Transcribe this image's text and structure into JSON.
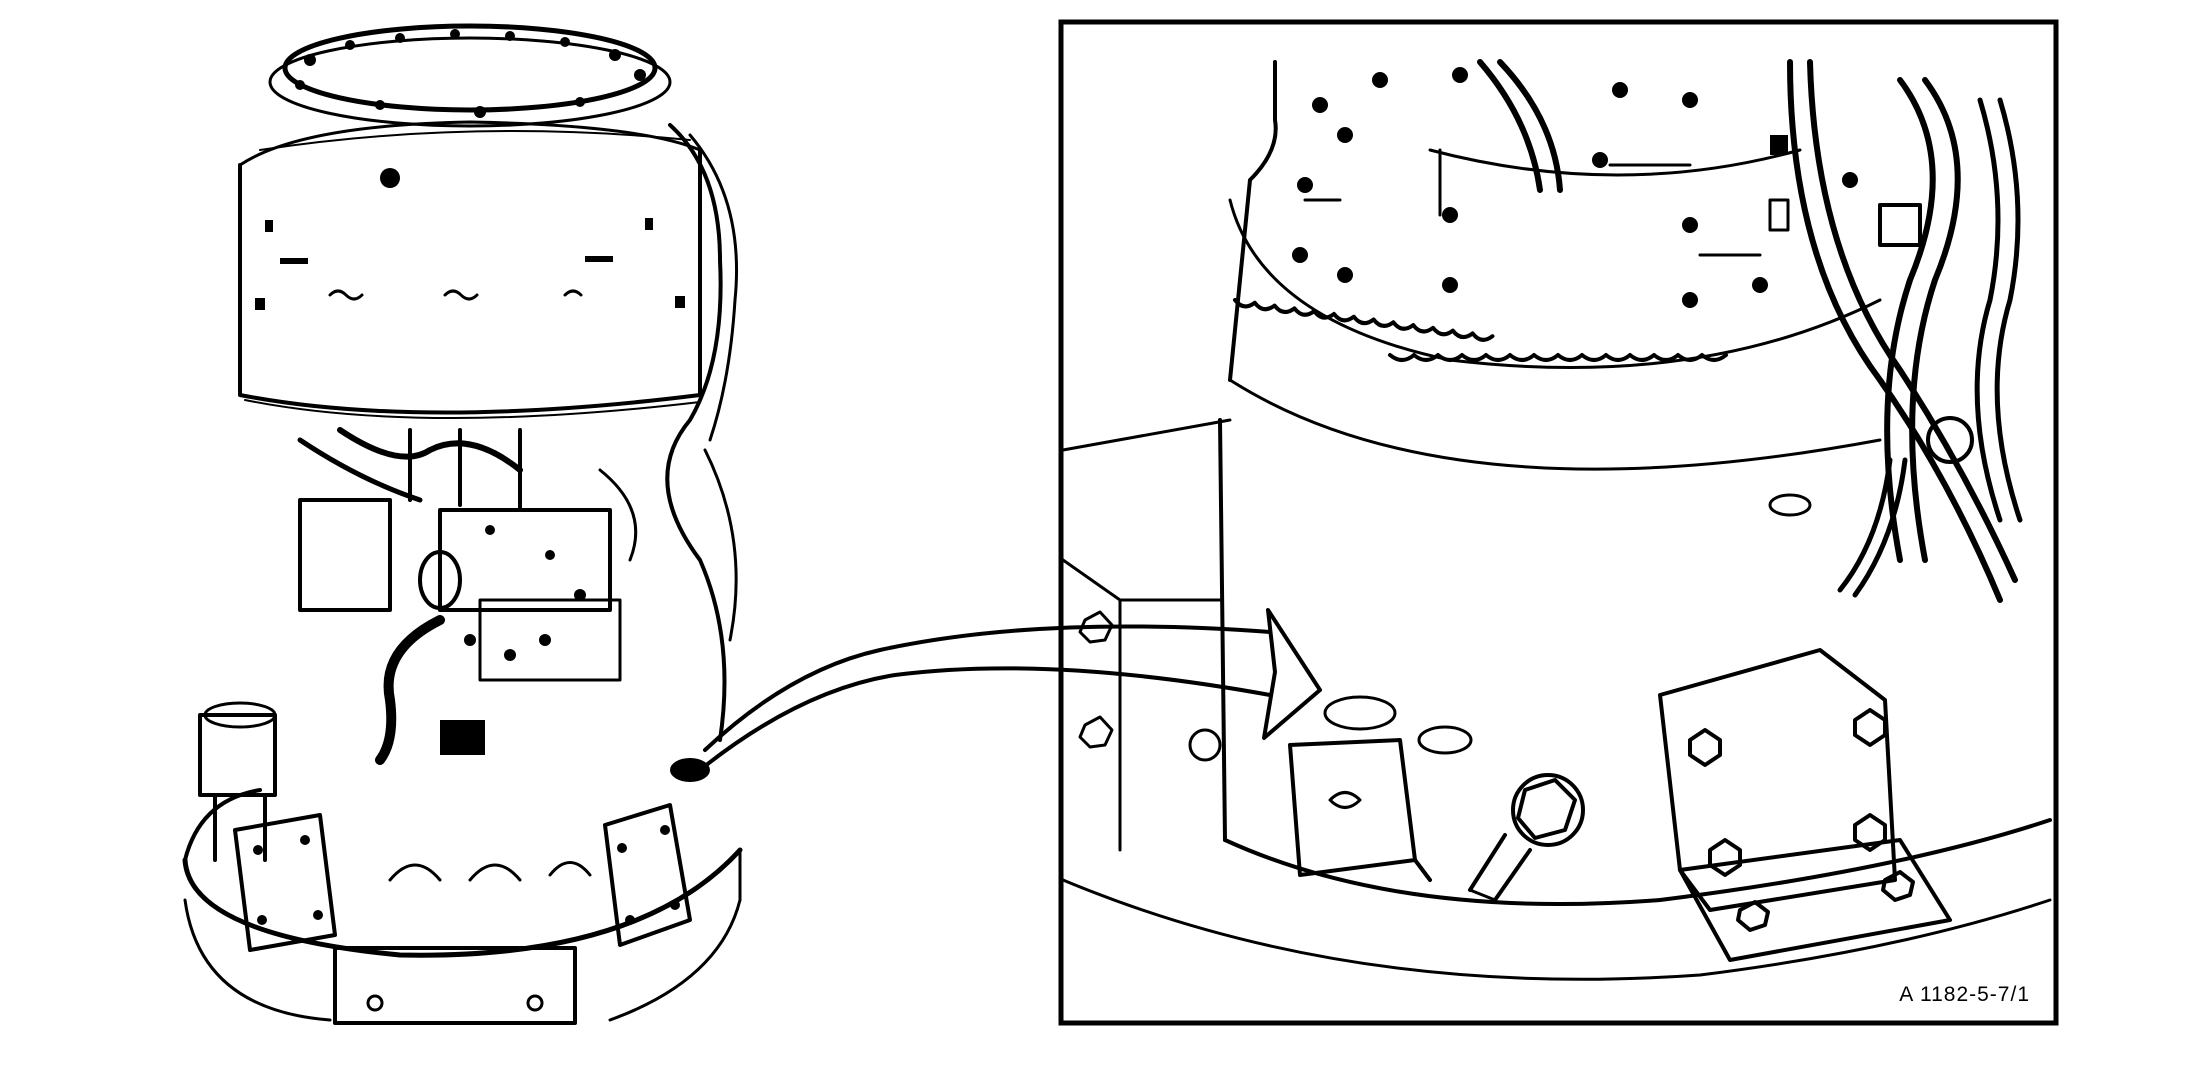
{
  "figure": {
    "reference_code": "A 1182-5-7/1",
    "parts": {
      "overview": "engine-assembly-overview",
      "detail": "detail-inset-view",
      "callout": "callout-arrow"
    }
  }
}
